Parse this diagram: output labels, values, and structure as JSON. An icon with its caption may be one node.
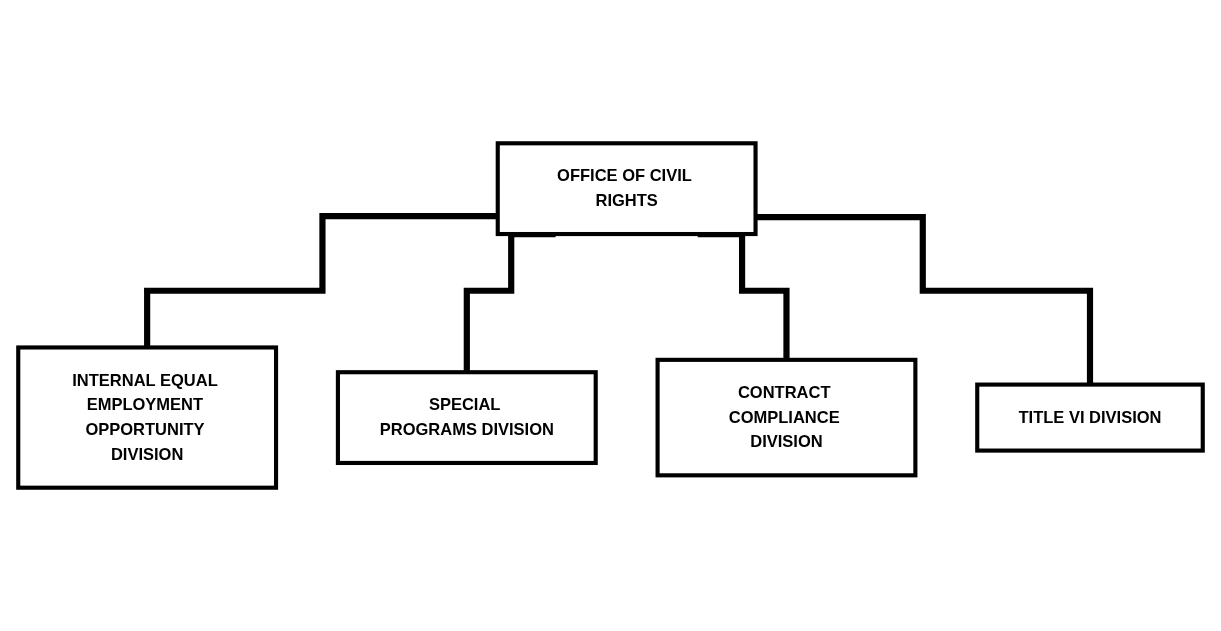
{
  "diagram": {
    "nodes": [
      {
        "text": [
          "OFFICE OF CIVIL RIGHTS"
        ]
      },
      {
        "text": [
          "INTERNAL EQUAL EMPLOYMENT OPPORTUNITY DIVISION"
        ]
      },
      {
        "text": [
          "SPECIAL PROGRAMS DIVISION"
        ]
      },
      {
        "text": [
          "CONTRACT COMPLIANCE DIVISION"
        ]
      },
      {
        "text": [
          "TITLE VI DIVISION"
        ]
      }
    ],
    "edges": [
      {
        "from": 0,
        "to": 1,
        "arrow": "none"
      },
      {
        "from": 0,
        "to": 2,
        "arrow": "none"
      },
      {
        "from": 0,
        "to": 3,
        "arrow": "none"
      },
      {
        "from": 0,
        "to": 4,
        "arrow": "none"
      }
    ]
  }
}
